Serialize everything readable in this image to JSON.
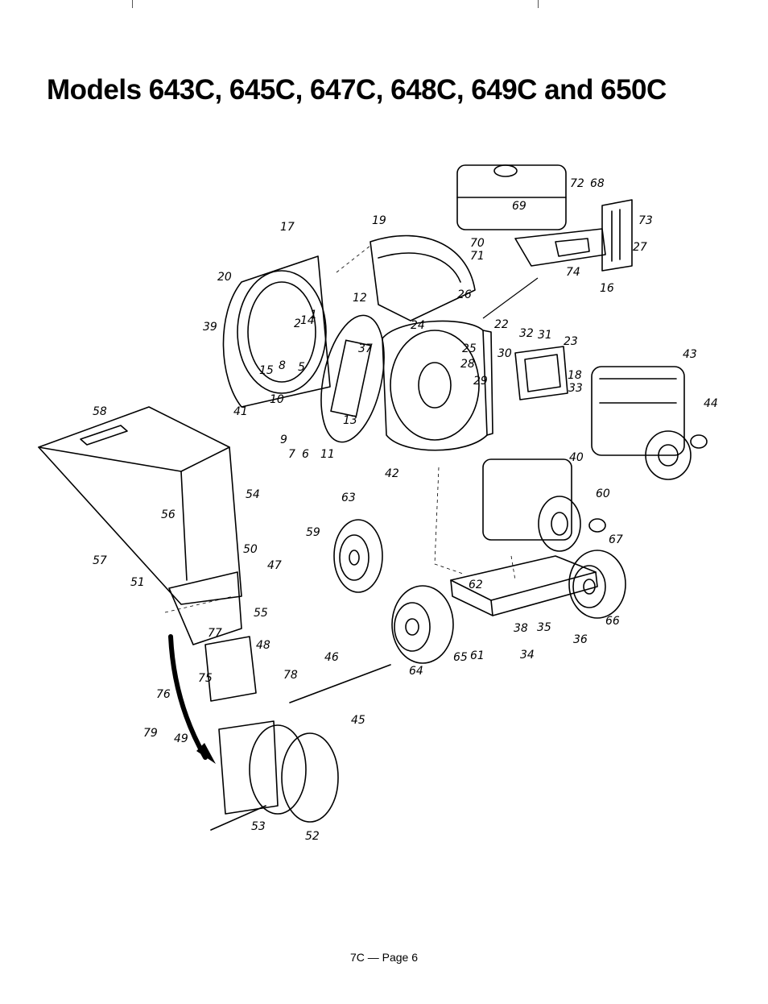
{
  "page": {
    "title": "Models 643C, 645C, 647C, 648C, 649C and 650C",
    "footer": "7C — Page 6"
  },
  "diagram": {
    "callouts": [
      "1",
      "2",
      "5",
      "6",
      "7",
      "8",
      "9",
      "10",
      "11",
      "12",
      "13",
      "14",
      "15",
      "16",
      "17",
      "18",
      "19",
      "20",
      "22",
      "23",
      "24",
      "25",
      "26",
      "27",
      "28",
      "29",
      "30",
      "31",
      "32",
      "33",
      "34",
      "35",
      "36",
      "37",
      "38",
      "39",
      "40",
      "41",
      "42",
      "43",
      "44",
      "45",
      "46",
      "47",
      "48",
      "49",
      "50",
      "51",
      "52",
      "53",
      "54",
      "55",
      "56",
      "57",
      "58",
      "59",
      "60",
      "61",
      "62",
      "63",
      "64",
      "65",
      "66",
      "67",
      "68",
      "69",
      "70",
      "71",
      "72",
      "73",
      "74",
      "75",
      "76",
      "77",
      "78",
      "79"
    ]
  }
}
